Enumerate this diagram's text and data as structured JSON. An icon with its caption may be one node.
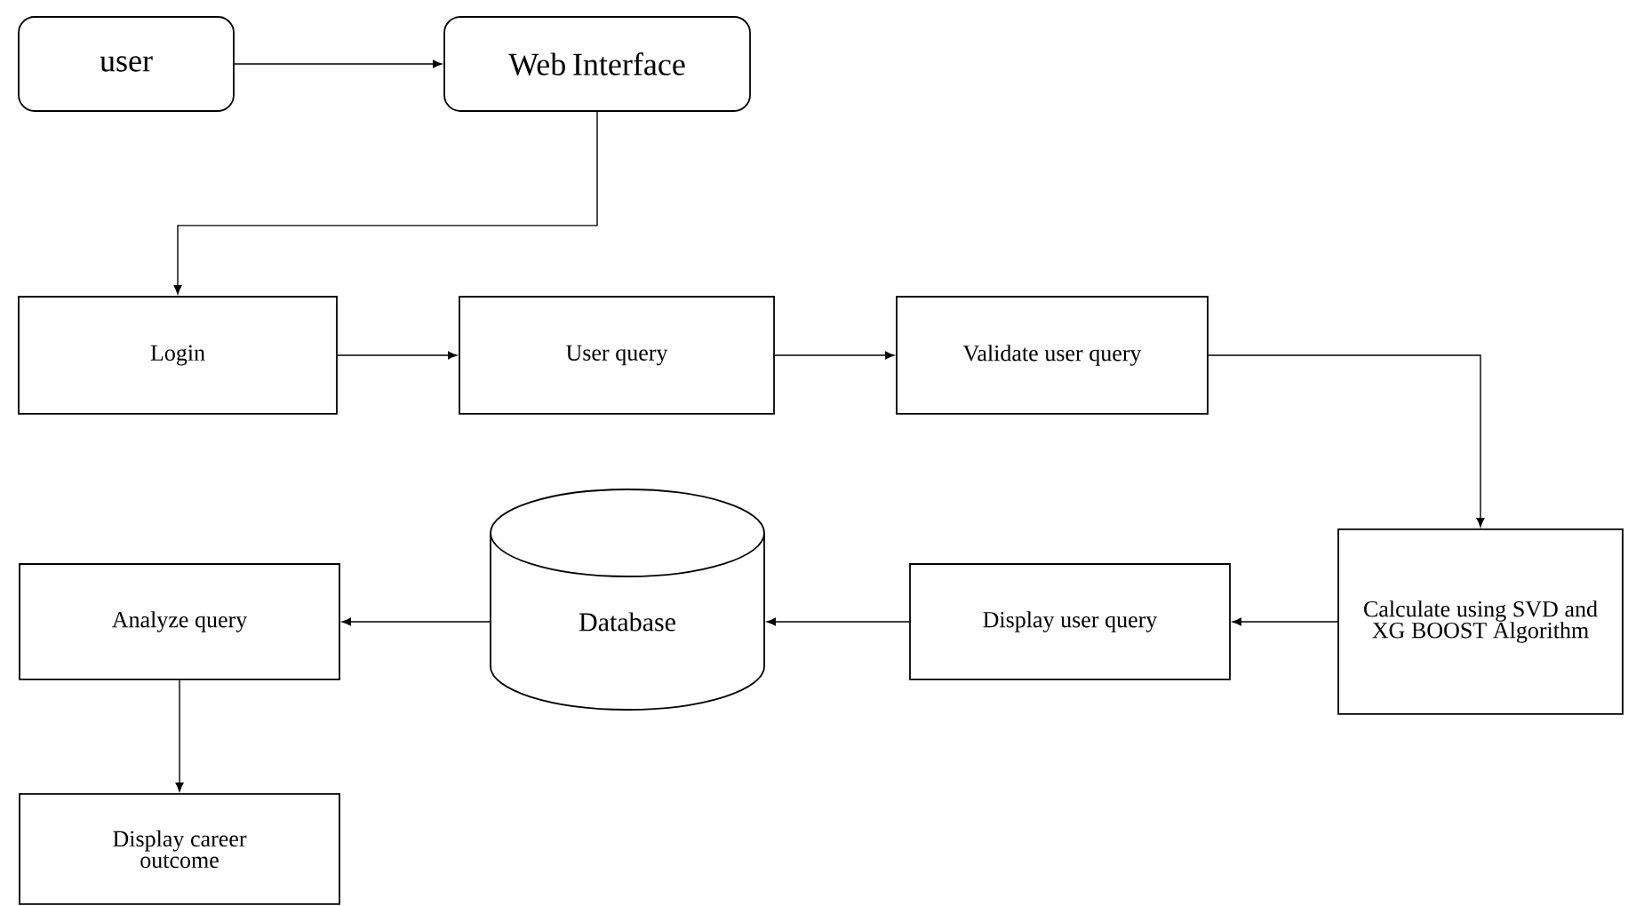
{
  "diagram": {
    "nodes": [
      {
        "text": [
          "user"
        ]
      },
      {
        "text": [
          "Web Interface"
        ]
      },
      {
        "text": [
          "Login"
        ]
      },
      {
        "text": [
          "User query"
        ]
      },
      {
        "text": [
          "Validate user query"
        ]
      },
      {
        "text": [
          "Calculate using SVD and XG BOOST Algorithm"
        ]
      },
      {
        "text": [
          "Display user query"
        ]
      },
      {
        "text": [
          "Database"
        ]
      },
      {
        "text": [
          "Analyze query"
        ]
      },
      {
        "text": [
          "Display career outcome"
        ]
      }
    ],
    "edges": [
      {
        "from": 0,
        "to": 1,
        "arrow": "to"
      },
      {
        "from": 1,
        "to": 2,
        "arrow": "to"
      },
      {
        "from": 2,
        "to": 3,
        "arrow": "to"
      },
      {
        "from": 3,
        "to": 4,
        "arrow": "to"
      },
      {
        "from": 4,
        "to": 5,
        "arrow": "to"
      },
      {
        "from": 5,
        "to": 6,
        "arrow": "to"
      },
      {
        "from": 6,
        "to": 7,
        "arrow": "to"
      },
      {
        "from": 7,
        "to": 8,
        "arrow": "to"
      },
      {
        "from": 8,
        "to": 9,
        "arrow": "to"
      }
    ]
  }
}
